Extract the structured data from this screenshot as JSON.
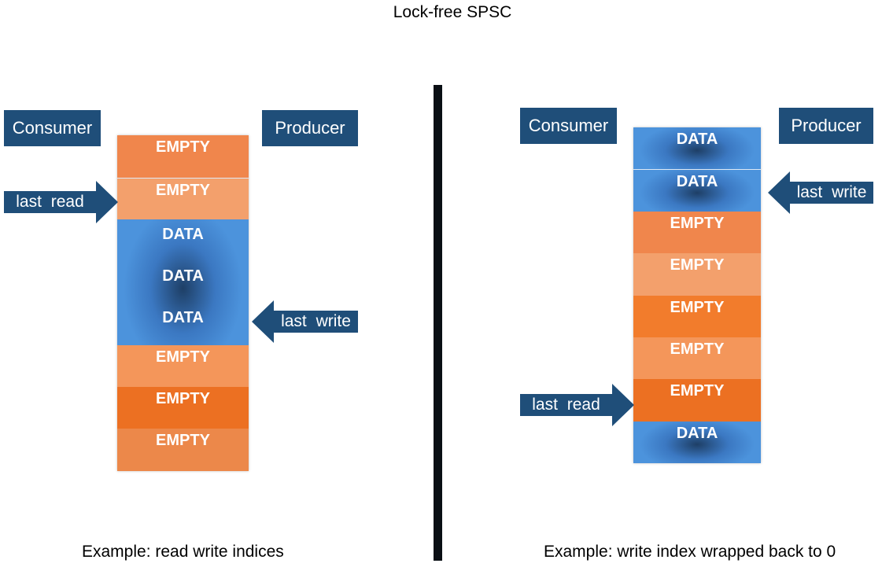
{
  "title": "Lock-free SPSC",
  "left": {
    "consumer_label": "Consumer",
    "producer_label": "Producer",
    "cells": [
      "EMPTY",
      "EMPTY",
      "DATA",
      "DATA",
      "DATA",
      "EMPTY",
      "EMPTY",
      "EMPTY"
    ],
    "read_pointer_label": "last read",
    "write_pointer_label": "last write",
    "caption": "Example: read write indices"
  },
  "right": {
    "consumer_label": "Consumer",
    "producer_label": "Producer",
    "cells": [
      "DATA",
      "DATA",
      "EMPTY",
      "EMPTY",
      "EMPTY",
      "EMPTY",
      "EMPTY",
      "DATA"
    ],
    "read_pointer_label": "last read",
    "write_pointer_label": "last write",
    "caption": "Example: write index wrapped back to 0"
  },
  "colors": {
    "label_box": "#1f4e79",
    "data_cell": "#4c93dc",
    "empty_cell": "#f0864c",
    "divider": "#0a0f14"
  }
}
